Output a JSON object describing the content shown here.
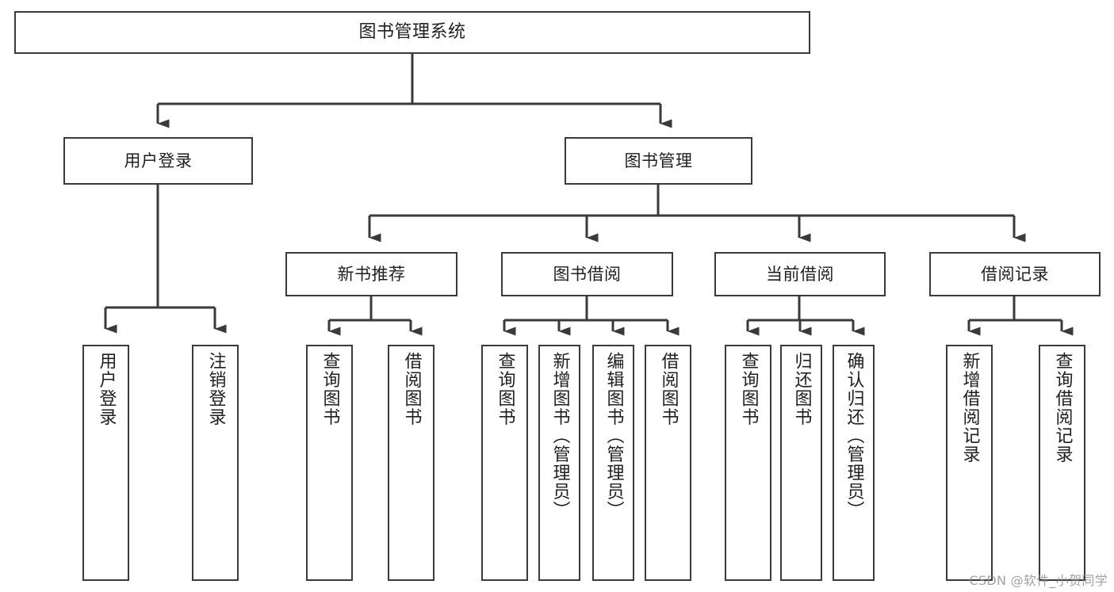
{
  "diagram": {
    "title": "图书管理系统",
    "type": "tree",
    "orientation": "top-down",
    "line_color": "#3a3a3a",
    "box_fill": "#ffffff",
    "watermark": "CSDN @软件_小贺同学",
    "nodes": {
      "root": {
        "label": "图书管理系统"
      },
      "level2": [
        {
          "id": "user-login",
          "label": "用户登录"
        },
        {
          "id": "book-manage",
          "label": "图书管理"
        }
      ],
      "level3": [
        {
          "id": "new-book-rec",
          "label": "新书推荐"
        },
        {
          "id": "book-borrow",
          "label": "图书借阅"
        },
        {
          "id": "current-borrow",
          "label": "当前借阅"
        },
        {
          "id": "borrow-record",
          "label": "借阅记录"
        }
      ],
      "leaves": {
        "user_login": [
          {
            "id": "leaf-user-login",
            "label": "用户登录"
          },
          {
            "id": "leaf-logout",
            "label": "注销登录"
          }
        ],
        "new_book_rec": [
          {
            "id": "leaf-query-book-1",
            "label": "查询图书"
          },
          {
            "id": "leaf-borrow-book-1",
            "label": "借阅图书"
          }
        ],
        "book_borrow": [
          {
            "id": "leaf-query-book-2",
            "label": "查询图书"
          },
          {
            "id": "leaf-add-book",
            "label": "新增图书（管理员）"
          },
          {
            "id": "leaf-edit-book",
            "label": "编辑图书（管理员）"
          },
          {
            "id": "leaf-borrow-book-2",
            "label": "借阅图书"
          }
        ],
        "current_borrow": [
          {
            "id": "leaf-query-book-3",
            "label": "查询图书"
          },
          {
            "id": "leaf-return-book",
            "label": "归还图书"
          },
          {
            "id": "leaf-confirm-return",
            "label": "确认归还（管理员）"
          }
        ],
        "borrow_record": [
          {
            "id": "leaf-add-record",
            "label": "新增借阅记录"
          },
          {
            "id": "leaf-query-record",
            "label": "查询借阅记录"
          }
        ]
      }
    }
  }
}
